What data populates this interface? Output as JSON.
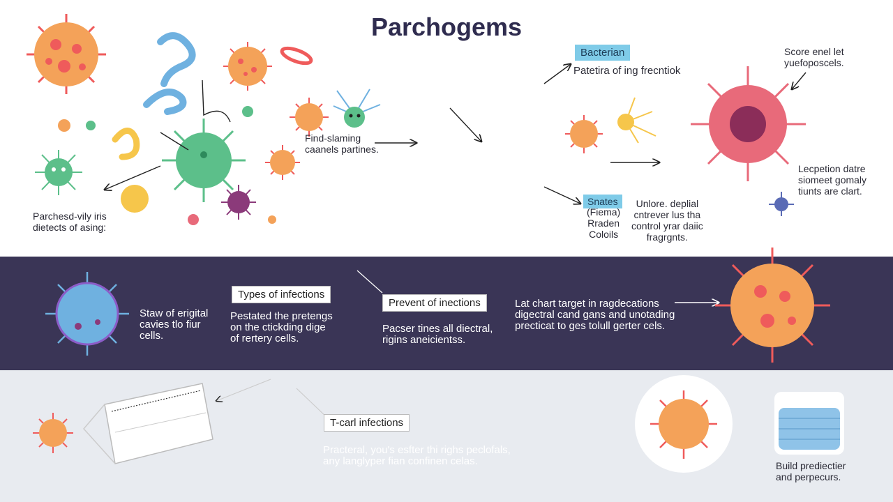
{
  "title": "Parchogems",
  "top": {
    "bacterian_tag": "Bacterian",
    "bacterian_desc": "Patetira of ing frecntiok",
    "center_note": "Find-slaming\ncaanels partines.",
    "left_note": "Parchesd-vily iris\ndietects of asing:",
    "right_top_note": "Score enel let\nyuefoposcels.",
    "right_mid_note": "Lecpetion datre\nsiomeet gomaly\ntiunts are clart.",
    "snates_tag": "Snates",
    "snates_sub": "(Fiema)\nRraden\nColoils",
    "unlore_note": "Unlore. deplial\ncntrever lus tha\ncontrol yrar daiic\nfragrgnts."
  },
  "middle": {
    "left_text": "Staw of erigital\ncavies tlo fiur\ncells.",
    "types_label": "Types of infections",
    "types_desc": "Pestated the pretengs\non the ctickding dige\nof rertery cells.",
    "prevent_label": "Prevent of inections",
    "prevent_desc": "Pacser tines all diectral,\nrigins aneicientss.",
    "right_text": "Lat chart target in ragdecations\ndigectral cand gans and unotading\nprecticat to ges tolull gerter cels."
  },
  "bottom": {
    "tcard_label": "T-carl infections",
    "tcard_desc": "Practeral, you's esfter thi righs peclofals,\nany langlyper fian confinen celas.",
    "build_text": "Build prediectier\nand perpecurs."
  },
  "colors": {
    "title": "#2f2c4f",
    "band_dark": "#3a3556",
    "band_light": "#e8ebf0",
    "virus_orange": "#f4a259",
    "virus_red": "#ef5b5b",
    "virus_green": "#5cbf8a",
    "virus_blue": "#6fb1e0",
    "virus_purple": "#8b3a7a",
    "virus_pink": "#e86a7a",
    "tag_blue": "#7fcbe8"
  }
}
